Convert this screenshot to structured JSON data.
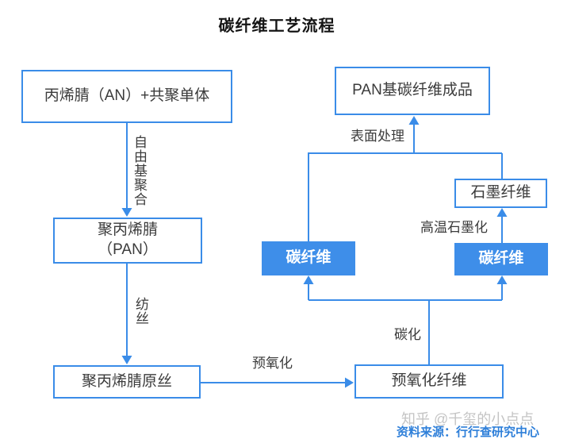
{
  "title": "碳纤维工艺流程",
  "colors": {
    "line_blue": "#3a8ce8",
    "node_fill_blue": "#3e8ee9",
    "node_text": "#3b3b3b",
    "source_blue": "#2e7fd9",
    "watermark_gray": "#c4c4c4",
    "background": "#ffffff"
  },
  "nodes": {
    "acrylonitrile": {
      "label": "丙烯腈（AN）+共聚单体"
    },
    "pan": {
      "line1": "聚丙烯腈",
      "line2": "（PAN）"
    },
    "precursor": {
      "label": "聚丙烯腈原丝"
    },
    "preoxidized_fiber": {
      "label": "预氧化纤维"
    },
    "carbon_fiber_left": {
      "label": "碳纤维"
    },
    "carbon_fiber_right": {
      "label": "碳纤维"
    },
    "graphite_fiber": {
      "label": "石墨纤维"
    },
    "final_product": {
      "label": "PAN基碳纤维成品"
    }
  },
  "edge_labels": {
    "free_radical_polymerization": "自由基聚合",
    "spinning": "纺丝",
    "pre_oxidation": "预氧化",
    "carbonization": "碳化",
    "high_temp_graphitization": "高温石墨化",
    "surface_treatment": "表面处理"
  },
  "footer": {
    "watermark": "知乎 @千玺的小点点",
    "source": "资料来源：行行查研究中心"
  }
}
